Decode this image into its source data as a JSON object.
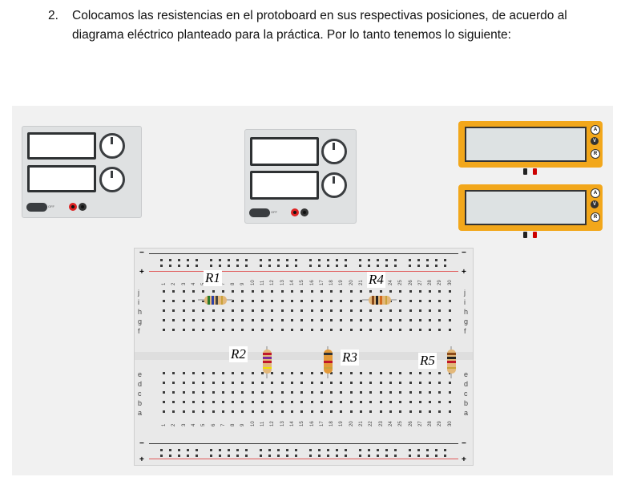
{
  "doc": {
    "item_number": "2.",
    "text": "Colocamos las resistencias en el protoboard en sus respectivas posiciones, de acuerdo al diagrama eléctrico planteado para la práctica. Por lo tanto tenemos lo siguiente:"
  },
  "resistors": [
    {
      "label": "R1"
    },
    {
      "label": "R2"
    },
    {
      "label": "R3"
    },
    {
      "label": "R4"
    },
    {
      "label": "R5"
    }
  ],
  "breadboard": {
    "column_numbers": [
      "1",
      "2",
      "3",
      "4",
      "5",
      "6",
      "7",
      "8",
      "9",
      "10",
      "11",
      "12",
      "13",
      "14",
      "15",
      "16",
      "17",
      "18",
      "19",
      "20",
      "21",
      "22",
      "23",
      "24",
      "25",
      "26",
      "27",
      "28",
      "29",
      "30"
    ],
    "rows_top": [
      "j",
      "i",
      "h",
      "g",
      "f"
    ],
    "rows_bottom": [
      "e",
      "d",
      "c",
      "b",
      "a"
    ],
    "plus": "+",
    "minus": "−"
  },
  "power_supply": {
    "switch_label": "OFF"
  },
  "multimeter": {
    "buttons": [
      "A",
      "V",
      "R"
    ]
  },
  "colors": {
    "accent_orange": "#f2a71b",
    "rail_red": "#e05a5a",
    "rail_dark": "#333333"
  }
}
